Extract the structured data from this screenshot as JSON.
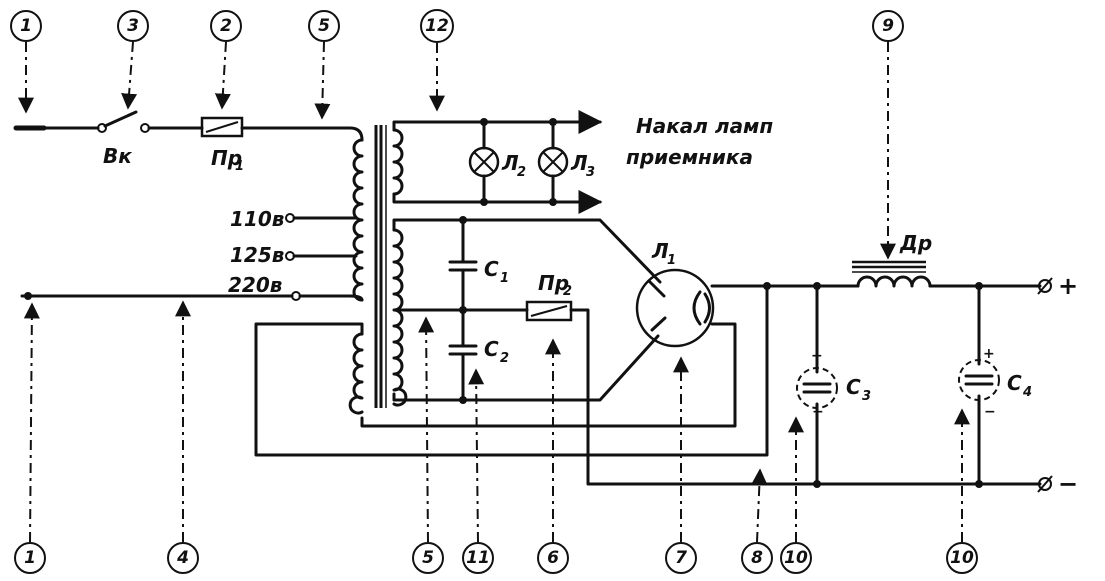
{
  "labels": {
    "switch": "Вк",
    "fuse1": "Пр",
    "fuse1_sub": "1",
    "fuse2": "Пр",
    "fuse2_sub": "2",
    "tap110": "110в",
    "tap125": "125в",
    "tap220": "220в",
    "lamp2": "Л",
    "lamp2_sub": "2",
    "lamp3": "Л",
    "lamp3_sub": "3",
    "lamp1": "Л",
    "lamp1_sub": "1",
    "heater_line1": "Накал ламп",
    "heater_line2": "приемника",
    "c1": "С",
    "c1_sub": "1",
    "c2": "С",
    "c2_sub": "2",
    "c3": "С",
    "c3_sub": "3",
    "c4": "С",
    "c4_sub": "4",
    "choke": "Др",
    "plus_terminal": "+",
    "minus_terminal": "−",
    "cap_plus": "+",
    "cap_minus": "−"
  },
  "callouts_top": [
    "1",
    "3",
    "2",
    "5",
    "12",
    "9"
  ],
  "callouts_bottom": [
    "1",
    "4",
    "5",
    "11",
    "6",
    "7",
    "8",
    "10",
    "10"
  ]
}
